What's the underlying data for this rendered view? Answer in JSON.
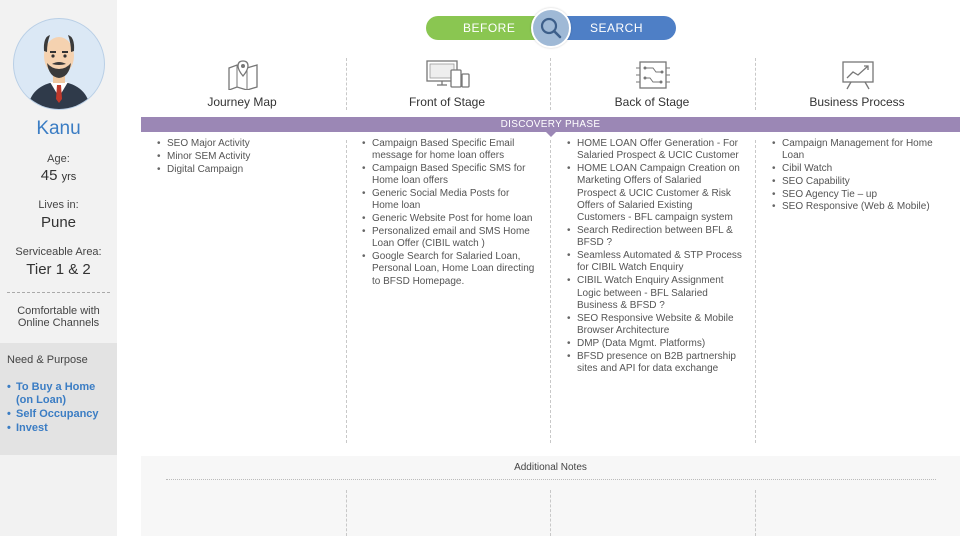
{
  "persona": {
    "name": "Kanu",
    "age_label": "Age:",
    "age_value": "45",
    "age_unit": "yrs",
    "lives_label": "Lives in:",
    "lives_value": "Pune",
    "area_label": "Serviceable Area:",
    "area_value": "Tier 1 & 2",
    "comfort": "Comfortable with Online Channels",
    "need_title": "Need & Purpose",
    "needs": [
      "To Buy a Home (on Loan)",
      "Self Occupancy",
      "Invest"
    ]
  },
  "toggle": {
    "left_label": "BEFORE",
    "right_label": "SEARCH",
    "icon": "search-icon",
    "left_color": "#8ac651",
    "right_color": "#4e7fc6"
  },
  "phase": {
    "label": "DISCOVERY PHASE",
    "color": "#9b87b5"
  },
  "columns": [
    {
      "title": "Journey Map",
      "icon": "map-icon",
      "items": [
        "SEO Major Activity",
        "Minor SEM Activity",
        "Digital Campaign"
      ]
    },
    {
      "title": "Front of Stage",
      "icon": "devices-icon",
      "items": [
        "Campaign Based Specific Email message for home loan offers",
        "Campaign Based Specific SMS for Home loan offers",
        "Generic Social Media Posts for Home loan",
        "Generic Website Post for home loan",
        "Personalized email and SMS Home Loan Offer (CIBIL watch )",
        "Google Search for Salaried Loan, Personal Loan, Home Loan directing to BFSD Homepage."
      ]
    },
    {
      "title": "Back of Stage",
      "icon": "circuit-icon",
      "items": [
        "HOME LOAN Offer Generation - For Salaried Prospect & UCIC Customer",
        "HOME LOAN Campaign Creation on Marketing Offers of Salaried Prospect & UCIC Customer & Risk Offers of Salaried Existing Customers - BFL campaign system",
        "Search Redirection between BFL & BFSD ?",
        "Seamless Automated & STP Process for CIBIL Watch Enquiry",
        "CIBIL Watch Enquiry Assignment Logic between - BFL Salaried Business & BFSD ?",
        "SEO Responsive Website & Mobile Browser Architecture",
        "DMP (Data Mgmt. Platforms)",
        "BFSD presence on B2B partnership sites and API for data exchange"
      ]
    },
    {
      "title": "Business Process",
      "icon": "chart-board-icon",
      "items": [
        "Campaign Management for Home Loan",
        "Cibil Watch",
        "SEO Capability",
        "SEO Agency Tie – up",
        "SEO Responsive (Web & Mobile)"
      ]
    }
  ],
  "notes": {
    "title": "Additional Notes"
  }
}
